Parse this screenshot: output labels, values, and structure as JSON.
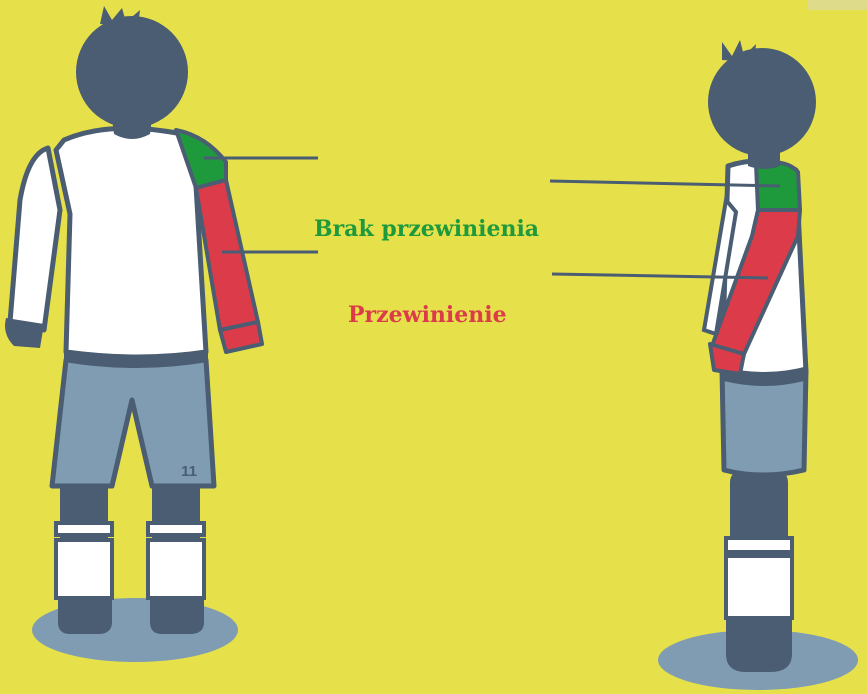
{
  "labels": {
    "no_foul": "Brak przewinienia",
    "foul": "Przewinienie"
  },
  "player": {
    "shorts_number": "11"
  },
  "colors": {
    "background": "#e6e14a",
    "outline": "#4a5d72",
    "shirt": "#ffffff",
    "shorts": "#7f9cb3",
    "no_foul_zone": "#1e9a3c",
    "foul_zone": "#dc3c4a",
    "shadow": "#7f9cb3",
    "hair": "#4a5d72"
  }
}
